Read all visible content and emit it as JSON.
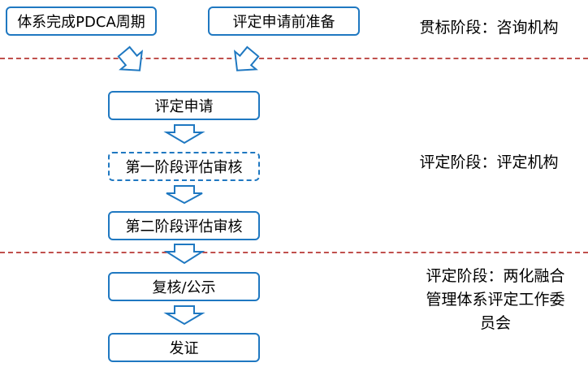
{
  "top_boxes": [
    "体系完成PDCA周期",
    "评定申请前准备"
  ],
  "flow_steps": [
    {
      "label": "评定申请",
      "style": "solid"
    },
    {
      "label": "第一阶段评估审核",
      "style": "dashed"
    },
    {
      "label": "第二阶段评估审核",
      "style": "solid"
    },
    {
      "label": "复核/公示",
      "style": "solid"
    },
    {
      "label": "发证",
      "style": "solid"
    }
  ],
  "phases": {
    "p1": "贯标阶段：咨询机构",
    "p2": "评定阶段：评定机构",
    "p3_lines": [
      "评定阶段：两化融合",
      "管理体系评定工作委",
      "员会"
    ]
  },
  "colors": {
    "box_border": "#1f78c1",
    "divider": "#c0504d"
  }
}
